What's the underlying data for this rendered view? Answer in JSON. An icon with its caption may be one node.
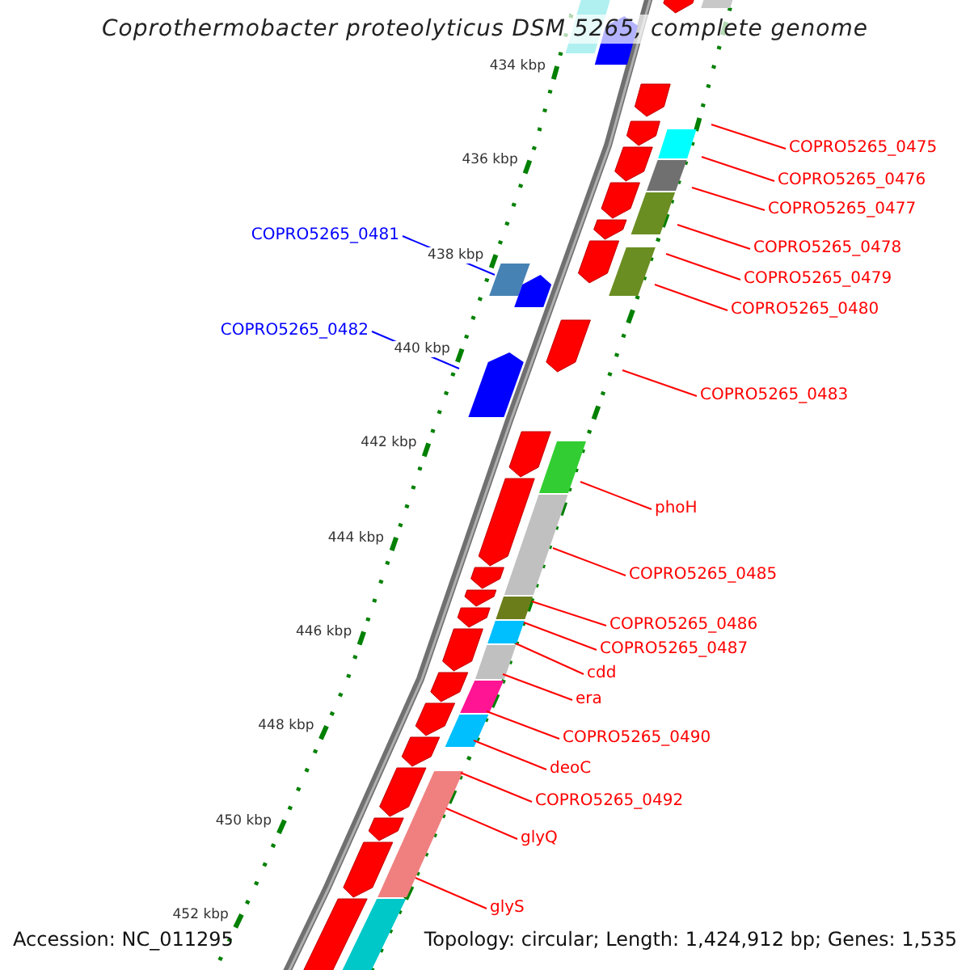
{
  "diagram": {
    "title": "Coprothermobacter proteolyticus DSM 5265, complete genome",
    "nodes": [
      {
        "text": [
          "COPRO5265_0475"
        ]
      },
      {
        "text": [
          "COPRO5265_0476"
        ]
      },
      {
        "text": [
          "COPRO5265_0477"
        ]
      },
      {
        "text": [
          "COPRO5265_0481"
        ]
      },
      {
        "text": [
          "COPRO5265_0478"
        ]
      },
      {
        "text": [
          "COPRO5265_0479"
        ]
      },
      {
        "text": [
          "COPRO5265_0480"
        ]
      },
      {
        "text": [
          "COPRO5265_0482"
        ]
      },
      {
        "text": [
          "COPRO5265_0483"
        ]
      },
      {
        "text": [
          "phoH"
        ]
      },
      {
        "text": [
          "COPRO5265_0485"
        ]
      },
      {
        "text": [
          "COPRO5265_0486"
        ]
      },
      {
        "text": [
          "COPRO5265_0487"
        ]
      },
      {
        "text": [
          "cdd"
        ]
      },
      {
        "text": [
          "era"
        ]
      },
      {
        "text": [
          "COPRO5265_0490"
        ]
      },
      {
        "text": [
          "deoC"
        ]
      },
      {
        "text": [
          "COPRO5265_0492"
        ]
      },
      {
        "text": [
          "glyQ"
        ]
      },
      {
        "text": [
          "glyS"
        ]
      }
    ],
    "edges": [
      {
        "from": 0,
        "to": null,
        "arrow": "none"
      },
      {
        "from": 1,
        "to": null,
        "arrow": "none"
      },
      {
        "from": 2,
        "to": null,
        "arrow": "none"
      },
      {
        "from": 3,
        "to": null,
        "arrow": "none",
        "color": "#0000ff"
      },
      {
        "from": 4,
        "to": null,
        "arrow": "none"
      },
      {
        "from": 5,
        "to": null,
        "arrow": "none"
      },
      {
        "from": 6,
        "to": null,
        "arrow": "none"
      },
      {
        "from": 7,
        "to": null,
        "arrow": "none",
        "color": "#0000ff"
      },
      {
        "from": 8,
        "to": null,
        "arrow": "none"
      },
      {
        "from": 9,
        "to": null,
        "arrow": "none"
      },
      {
        "from": 10,
        "to": null,
        "arrow": "none"
      },
      {
        "from": 11,
        "to": null,
        "arrow": "none"
      },
      {
        "from": 12,
        "to": null,
        "arrow": "none"
      },
      {
        "from": 13,
        "to": null,
        "arrow": "none"
      },
      {
        "from": 14,
        "to": null,
        "arrow": "none"
      },
      {
        "from": 15,
        "to": null,
        "arrow": "none"
      },
      {
        "from": 16,
        "to": null,
        "arrow": "none"
      },
      {
        "from": 17,
        "to": null,
        "arrow": "none"
      },
      {
        "from": 18,
        "to": null,
        "arrow": "none"
      },
      {
        "from": 19,
        "to": null,
        "arrow": "none"
      }
    ],
    "labels": [
      "434 kbp",
      "436 kbp",
      "438 kbp",
      "440 kbp",
      "442 kbp",
      "444 kbp",
      "446 kbp",
      "448 kbp",
      "450 kbp",
      "452 kbp",
      "Accession: NC_011295",
      "Topology: circular; Length: 1,424,912 bp; Genes: 1,535"
    ]
  }
}
